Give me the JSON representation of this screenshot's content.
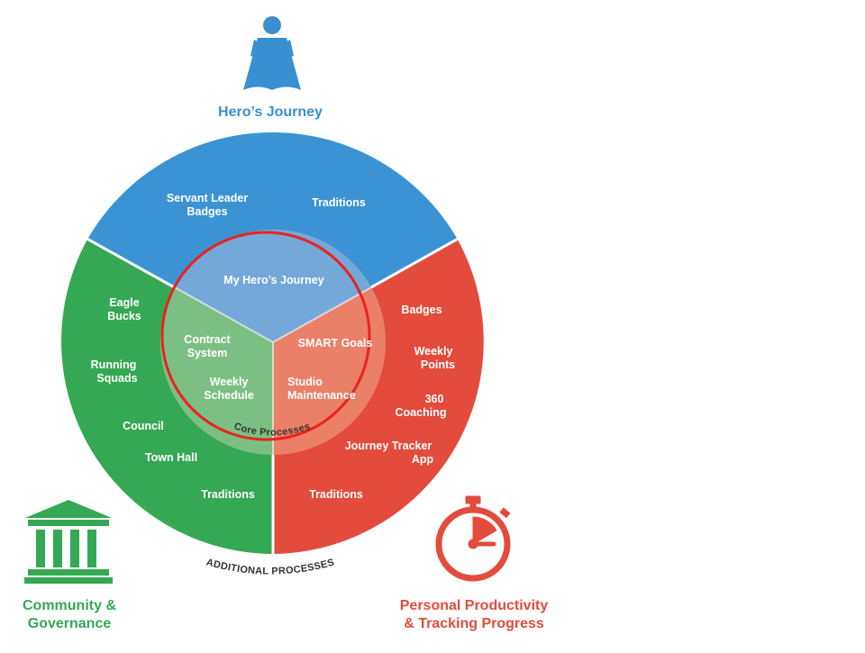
{
  "colors": {
    "blue": "#3b93d3",
    "green": "#34a853",
    "red": "#e34b3c",
    "inner_blue": "#74a8d8",
    "inner_green": "#7cbf82",
    "inner_red": "#ea8068",
    "highlight_ring": "#e8231c",
    "heading_blue": "#3a8fd0",
    "heading_green": "#34a853",
    "heading_red": "#e34b3c"
  },
  "headings": {
    "hero": "Hero’s Journey",
    "community_line1": "Community &",
    "community_line2": "Governance",
    "productivity_line1": "Personal Productivity",
    "productivity_line2": "& Tracking Progress"
  },
  "icons": {
    "hero": "superhero-cape-icon",
    "community": "government-building-icon",
    "productivity": "stopwatch-icon"
  },
  "arc_labels": {
    "core": "Core Processes",
    "additional": "ADDITIONAL PROCESSES"
  },
  "blue_sector": {
    "servant_leader_1": "Servant Leader",
    "servant_leader_2": "Badges",
    "traditions": "Traditions"
  },
  "green_sector": {
    "eagle_1": "Eagle",
    "eagle_2": "Bucks",
    "running_1": "Running",
    "running_2": "Squads",
    "council": "Council",
    "town_hall": "Town Hall",
    "traditions": "Traditions"
  },
  "red_sector": {
    "badges": "Badges",
    "weekly_points_1": "Weekly",
    "weekly_points_2": "Points",
    "coaching_1": "360",
    "coaching_2": "Coaching",
    "tracker_1": "Journey Tracker",
    "tracker_2": "App",
    "traditions": "Traditions"
  },
  "core": {
    "my_heros_journey": "My Hero’s Journey",
    "contract_1": "Contract",
    "contract_2": "System",
    "weekly_schedule_1": "Weekly",
    "weekly_schedule_2": "Schedule",
    "smart_goals": "SMART Goals",
    "studio_1": "Studio",
    "studio_2": "Maintenance"
  }
}
